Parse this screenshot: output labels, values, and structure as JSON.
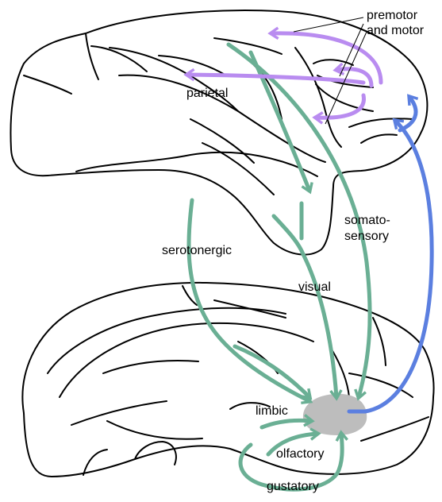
{
  "labels": {
    "premotor": "premotor",
    "and_motor": "and motor",
    "parietal": "parietal",
    "serotonergic": "serotonergic",
    "somato": "somato-",
    "sensory": "sensory",
    "visual": "visual",
    "limbic": "limbic",
    "olfactory": "olfactory",
    "gustatory": "gustatory"
  },
  "colors": {
    "green_pathways": "#6aaf94",
    "purple_pathways": "#b98cf0",
    "blue_pathway": "#5b7fe0",
    "target_region": "#bdbdbd"
  }
}
